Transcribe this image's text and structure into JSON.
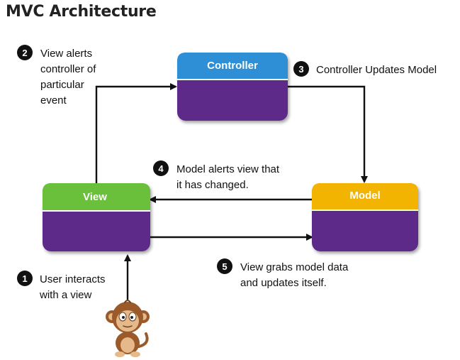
{
  "title": "MVC Architecture",
  "nodes": {
    "controller": {
      "label": "Controller",
      "header_color": "#2f8fd6",
      "body_color": "#5d2a8a"
    },
    "view": {
      "label": "View",
      "header_color": "#6abf3a",
      "body_color": "#5d2a8a"
    },
    "model": {
      "label": "Model",
      "header_color": "#f2b400",
      "body_color": "#5d2a8a"
    }
  },
  "steps": [
    {
      "number": "1",
      "lines": [
        "User interacts",
        "with a view"
      ]
    },
    {
      "number": "2",
      "lines": [
        "View alerts",
        "controller of",
        "particular",
        "event"
      ]
    },
    {
      "number": "3",
      "lines": [
        "Controller Updates Model"
      ]
    },
    {
      "number": "4",
      "lines": [
        "Model alerts view that",
        "it has changed."
      ]
    },
    {
      "number": "5",
      "lines": [
        "View grabs model data",
        "and updates itself."
      ]
    }
  ],
  "actor": {
    "icon": "monkey-icon"
  }
}
